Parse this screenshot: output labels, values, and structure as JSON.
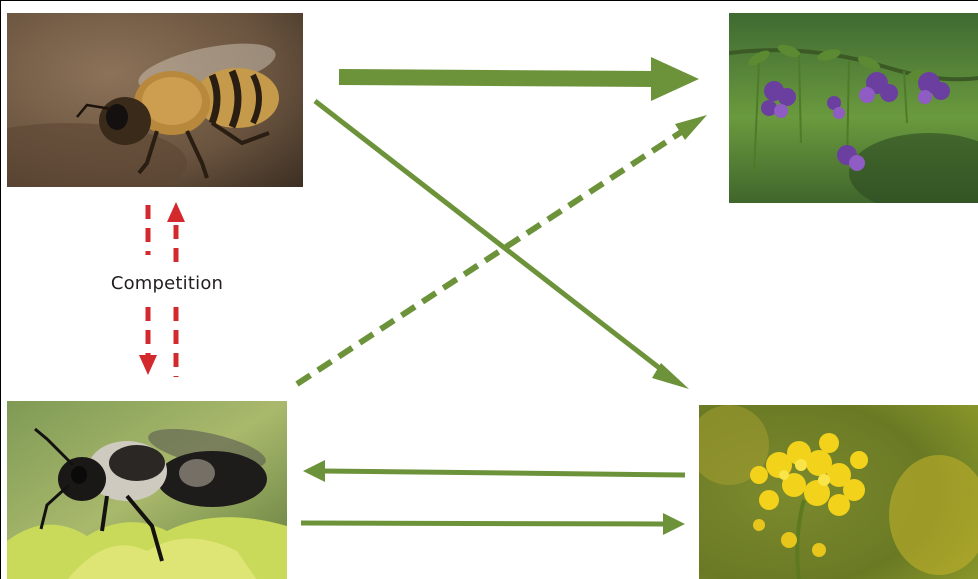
{
  "competition_label": "Competition",
  "colors": {
    "interaction_arrow": "#6d933a",
    "competition_arrow": "#d3282c",
    "label_text": "#231f20"
  },
  "nodes": [
    {
      "id": "honeybee",
      "icon": "honeybee-photo"
    },
    {
      "id": "mining-bee",
      "icon": "mining-bee-photo"
    },
    {
      "id": "purple-flowers",
      "icon": "purple-flower-photo"
    },
    {
      "id": "yellow-flowers",
      "icon": "yellow-flower-photo"
    }
  ],
  "edges": [
    {
      "from": "honeybee",
      "to": "purple-flowers",
      "style": "solid-thick"
    },
    {
      "from": "honeybee",
      "to": "yellow-flowers",
      "style": "solid"
    },
    {
      "from": "mining-bee",
      "to": "purple-flowers",
      "style": "dashed"
    },
    {
      "from": "yellow-flowers",
      "to": "mining-bee",
      "style": "solid"
    },
    {
      "from": "mining-bee",
      "to": "yellow-flowers",
      "style": "solid"
    },
    {
      "from": "honeybee",
      "to": "mining-bee",
      "style": "dashed-red"
    },
    {
      "from": "mining-bee",
      "to": "honeybee",
      "style": "dashed-red"
    }
  ]
}
